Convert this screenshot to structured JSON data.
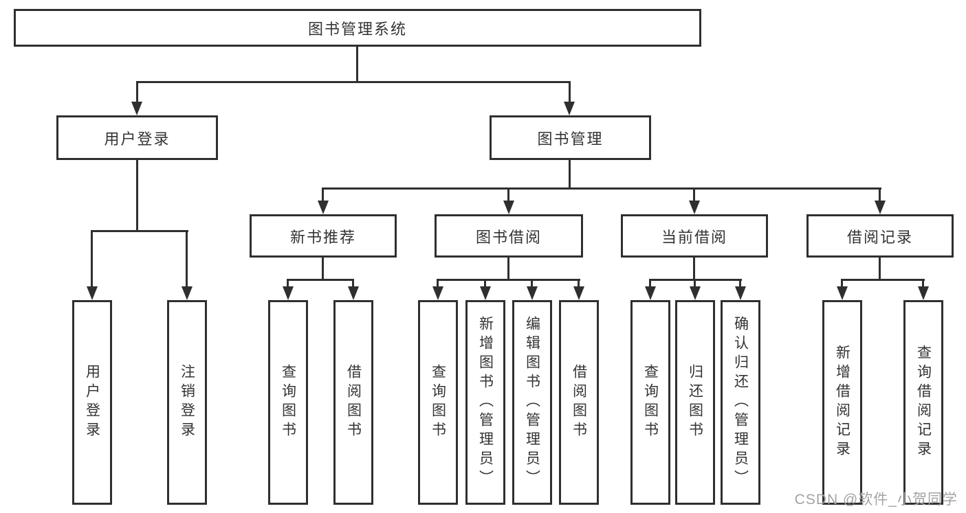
{
  "diagram": {
    "root": {
      "label": "图书管理系统"
    },
    "level2": [
      {
        "label": "用户登录"
      },
      {
        "label": "图书管理"
      }
    ],
    "level3": [
      {
        "label": "新书推荐"
      },
      {
        "label": "图书借阅"
      },
      {
        "label": "当前借阅"
      },
      {
        "label": "借阅记录"
      }
    ],
    "leaves": [
      {
        "label": "用户登录"
      },
      {
        "label": "注销登录"
      },
      {
        "label": "查询图书"
      },
      {
        "label": "借阅图书"
      },
      {
        "label": "查询图书"
      },
      {
        "label": "新增图书（管理员）"
      },
      {
        "label": "编辑图书（管理员）"
      },
      {
        "label": "借阅图书"
      },
      {
        "label": "查询图书"
      },
      {
        "label": "归还图书"
      },
      {
        "label": "确认归还（管理员）"
      },
      {
        "label": "新增借阅记录"
      },
      {
        "label": "查询借阅记录"
      }
    ]
  },
  "watermark": {
    "text": "CSDN @软件_小贺同学"
  },
  "colors": {
    "line": "#2f2f2f",
    "text": "#333333",
    "watermark": "#a3a3a3",
    "background": "#ffffff"
  }
}
